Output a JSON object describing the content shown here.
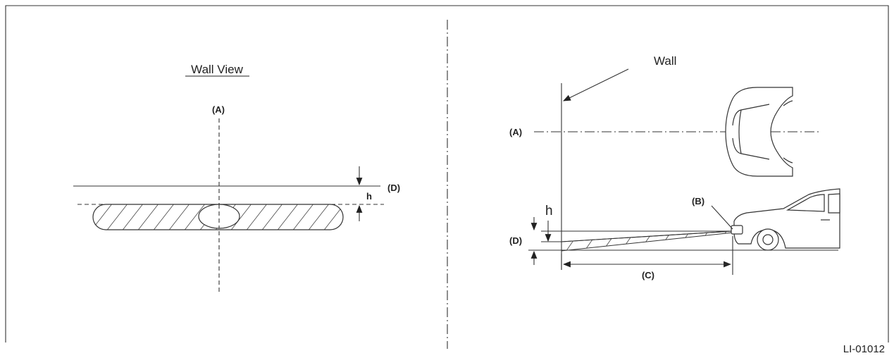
{
  "left_panel": {
    "title": "Wall View",
    "label_a": "(A)",
    "label_h": "h",
    "label_d": "(D)"
  },
  "right_panel": {
    "label_wall": "Wall",
    "label_a": "(A)",
    "label_b": "(B)",
    "label_h": "h",
    "label_d": "(D)",
    "label_c": "(C)"
  },
  "figure_code": "LI-01012"
}
